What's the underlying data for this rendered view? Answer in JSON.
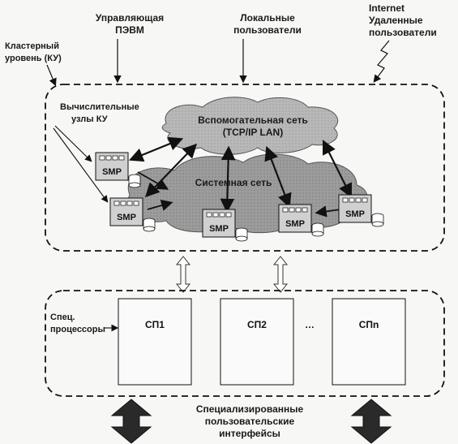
{
  "labels": {
    "control_pc_line1": "Управляющая",
    "control_pc_line2": "ПЭВМ",
    "local_users_line1": "Локальные",
    "local_users_line2": "пользователи",
    "internet_line1": "Internet",
    "internet_line2": "Удаленные",
    "internet_line3": "пользователи",
    "cluster_level_line1": "Кластерный",
    "cluster_level_line2": "уровень (КУ)",
    "compute_nodes_line1": "Вычислительные",
    "compute_nodes_line2": "узлы КУ",
    "aux_net_line1": "Вспомогательная сеть",
    "aux_net_line2": "(TCP/IP LAN)",
    "system_net": "Системная сеть",
    "spec_proc_line1": "Спец.",
    "spec_proc_line2": "процессоры",
    "special_if_line1": "Специализированные",
    "special_if_line2": "пользовательские",
    "special_if_line3": "интерфейсы"
  },
  "smp_nodes": [
    {
      "label": "SMP"
    },
    {
      "label": "SMP"
    },
    {
      "label": "SMP"
    },
    {
      "label": "SMP"
    },
    {
      "label": "SMP"
    }
  ],
  "special_processors": [
    {
      "label": "СП1"
    },
    {
      "label": "СП2"
    },
    {
      "label": "СПn"
    }
  ],
  "ellipsis": "…"
}
